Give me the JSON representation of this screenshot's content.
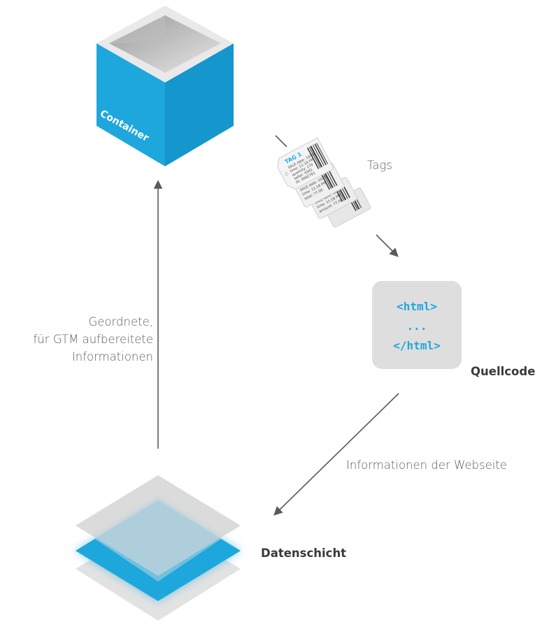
{
  "container": {
    "label": "Container"
  },
  "tags": {
    "label": "Tags",
    "first_tag_title": "TAG 1"
  },
  "source_code": {
    "label": "Quellcode",
    "lines": [
      "<html>",
      "...",
      "</html>"
    ]
  },
  "flows": {
    "website_info": "Informationen der Webseite",
    "ordered_info": [
      "Geordnete,",
      "für GTM aufbereitete",
      "Informationen"
    ]
  },
  "data_layer": {
    "label": "Datenschicht"
  },
  "colors": {
    "accent": "#1ea7dc",
    "arrow": "#5a5a5a",
    "grey": "#d9d9d9"
  }
}
